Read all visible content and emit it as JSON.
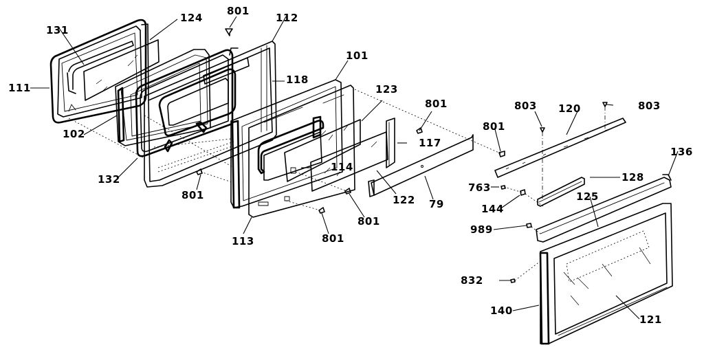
{
  "diagram": {
    "type": "exploded-parts-view",
    "subject": "oven door assembly",
    "callouts": [
      {
        "id": "131",
        "label": "131"
      },
      {
        "id": "124",
        "label": "124"
      },
      {
        "id": "801-top",
        "label": "801"
      },
      {
        "id": "112",
        "label": "112"
      },
      {
        "id": "111",
        "label": "111"
      },
      {
        "id": "118",
        "label": "118"
      },
      {
        "id": "101",
        "label": "101"
      },
      {
        "id": "102",
        "label": "102"
      },
      {
        "id": "123",
        "label": "123"
      },
      {
        "id": "801-mid",
        "label": "801"
      },
      {
        "id": "117",
        "label": "117"
      },
      {
        "id": "132",
        "label": "132"
      },
      {
        "id": "114",
        "label": "114"
      },
      {
        "id": "801-left",
        "label": "801"
      },
      {
        "id": "122",
        "label": "122"
      },
      {
        "id": "79",
        "label": "79"
      },
      {
        "id": "801-lower",
        "label": "801"
      },
      {
        "id": "113",
        "label": "113"
      },
      {
        "id": "801-bottom",
        "label": "801"
      },
      {
        "id": "803-left",
        "label": "803"
      },
      {
        "id": "120",
        "label": "120"
      },
      {
        "id": "803-right",
        "label": "803"
      },
      {
        "id": "801-right",
        "label": "801"
      },
      {
        "id": "136",
        "label": "136"
      },
      {
        "id": "128",
        "label": "128"
      },
      {
        "id": "763",
        "label": "763"
      },
      {
        "id": "144",
        "label": "144"
      },
      {
        "id": "125",
        "label": "125"
      },
      {
        "id": "989",
        "label": "989"
      },
      {
        "id": "832",
        "label": "832"
      },
      {
        "id": "140",
        "label": "140"
      },
      {
        "id": "121",
        "label": "121"
      }
    ]
  }
}
